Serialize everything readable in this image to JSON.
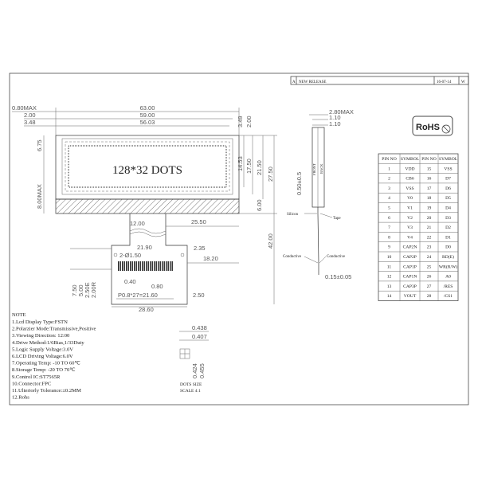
{
  "revision": {
    "rev": "A",
    "description": "NEW RELEASE",
    "date": "16-07-14",
    "by": "W"
  },
  "rohs_badge": "RoHS",
  "display_label": "128*32 DOTS",
  "front_dims": {
    "d0_80max": "0.80MAX",
    "d2_00": "2.00",
    "d3_48": "3.48",
    "d63_00": "63.00",
    "d59_00": "59.00",
    "d56_03": "56.03",
    "d3_49": "3.49",
    "d2_00r": "2.00",
    "d14_53": "14.53",
    "d17_50": "17.50",
    "d21_50": "21.50",
    "d27_50": "27.50",
    "d6_00": "6.00",
    "d42_00": "42.00",
    "d6_75": "6.75",
    "d8_00max": "8.00MAX"
  },
  "fpc_dims": {
    "d12_00": "12.00",
    "d25_50": "25.50",
    "d21_90": "21.90",
    "d2_35": "2.35",
    "hole": "2-Ø1.50",
    "d18_20": "18.20",
    "d0_40": "0.40",
    "d0_80": "0.80",
    "pitch": "P0.8*27=21.60",
    "d2_50": "2.50",
    "d28_60": "28.60",
    "d7_50": "7.50",
    "d5_00": "5.00",
    "d2_50e": "2.50E",
    "d2_00r": "2.00R"
  },
  "side_view": {
    "d2_80max": "2.80MAX",
    "d1_10a": "1.10",
    "d1_10b": "1.10",
    "front": "FRONT",
    "back": "BACK",
    "d0_50": "0.50±0.5",
    "silicon": "Silicon",
    "tape": "Tape",
    "conductive_left": "Conductive",
    "conductive_right": "Conductive",
    "d0_15": "0.15±0.05"
  },
  "pin_table": {
    "headers": [
      "PIN NO",
      "SYMBOL",
      "PIN NO",
      "SYMBOL"
    ],
    "rows": [
      [
        "1",
        "VDD",
        "15",
        "VSS"
      ],
      [
        "2",
        "CB6",
        "16",
        "D7"
      ],
      [
        "3",
        "VSS",
        "17",
        "D6"
      ],
      [
        "4",
        "V0",
        "18",
        "D5"
      ],
      [
        "5",
        "V1",
        "19",
        "D4"
      ],
      [
        "6",
        "V2",
        "20",
        "D3"
      ],
      [
        "7",
        "V3",
        "21",
        "D2"
      ],
      [
        "8",
        "V4",
        "22",
        "D1"
      ],
      [
        "9",
        "CAP2N",
        "23",
        "D0"
      ],
      [
        "10",
        "CAP2P",
        "24",
        "RD(E)"
      ],
      [
        "11",
        "CAP1P",
        "25",
        "WR(R/W)"
      ],
      [
        "12",
        "CAP1N",
        "26",
        "A0"
      ],
      [
        "13",
        "CAP3P",
        "27",
        "/RES"
      ],
      [
        "14",
        "VOUT",
        "28",
        "/CS1"
      ]
    ]
  },
  "notes": {
    "title": "NOTE",
    "items": [
      "1.Lcd Display Type:FSTN",
      "2.Polarzier Mode:Transmissive,Positive",
      "3.Viewing Direction: 12:00",
      "4.Drive Method:1/6Bias,1/33Duty",
      "5.Logic Supply Voltage:3.0V",
      "6.LCD Driving Voltage:6.0V",
      "7.Operating Temp: -10 TO 60℃",
      "8.Storage Temp: -20 TO 70℃",
      "9.Control IC:ST7565R",
      "10.Connector:FPC",
      "11.Ulteriorly Tolerance:±0.2MM",
      "12.Rohs"
    ]
  },
  "dots_size": {
    "d0_438": "0.438",
    "d0_407": "0.407",
    "d0_424": "0.424",
    "d0_455": "0.455",
    "label": "DOTS SIZE",
    "scale": "SCALE 4:1"
  }
}
